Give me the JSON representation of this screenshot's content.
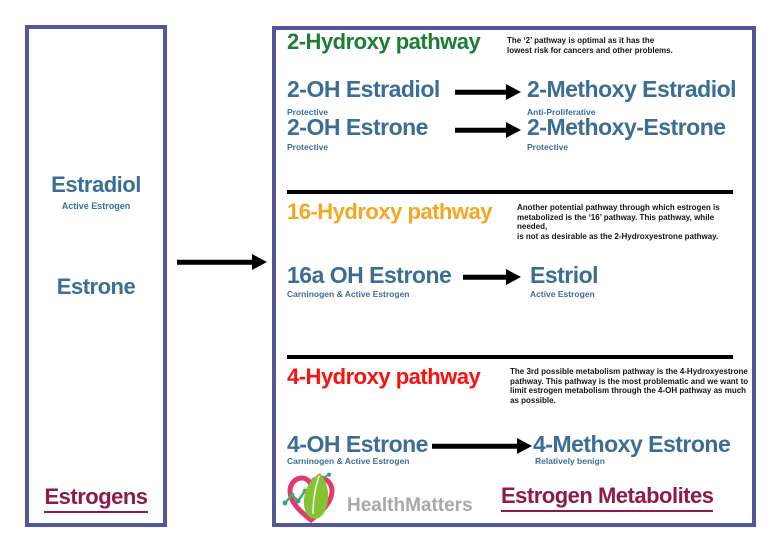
{
  "colors": {
    "panel_border": "#54569a",
    "compound_blue": "#3c6d96",
    "pathway_green": "#1e7d33",
    "pathway_orange": "#f5a623",
    "pathway_red": "#fb100e",
    "maroon": "#8e1a4b",
    "brand_gray": "#a6a8ab",
    "arrow_black": "#000000"
  },
  "left": {
    "items": [
      {
        "name": "Estradiol",
        "sub": "Active Estrogen"
      },
      {
        "name": "Estrone"
      }
    ],
    "footer": "Estrogens"
  },
  "right": {
    "sections": [
      {
        "title": "2-Hydroxy pathway",
        "description": "The ‘2’ pathway is optimal as it has the\nlowest risk for cancers and other problems.",
        "rows": [
          {
            "from": "2-OH Estradiol",
            "from_sub": "Protective",
            "to": "2-Methoxy Estradiol",
            "to_sub": "Anti-Proliferative"
          },
          {
            "from": "2-OH Estrone",
            "from_sub": "Protective",
            "to": "2-Methoxy-Estrone",
            "to_sub": "Protective"
          }
        ]
      },
      {
        "title": "16-Hydroxy pathway",
        "description": "Another potential pathway through which estrogen is\nmetabolized is the ‘16’ pathway. This pathway, while needed,\nis not as desirable as the 2-Hydroxyestrone pathway.",
        "rows": [
          {
            "from": "16a OH Estrone",
            "from_sub": "Carninogen & Active Estrogen",
            "to": "Estriol",
            "to_sub": "Active Estrogen"
          }
        ]
      },
      {
        "title": "4-Hydroxy pathway",
        "description": "The 3rd possible metabolism pathway is the 4-Hydroxyestrone\npathway. This pathway is the most problematic and we want to\nlimit estrogen metabolism through the 4-OH pathway as much\nas possible.",
        "rows": [
          {
            "from": "4-OH Estrone",
            "from_sub": "Carninogen & Active Estrogen",
            "to": "4-Methoxy Estrone",
            "to_sub": "Relatively benign"
          }
        ]
      }
    ],
    "brand": "HealthMatters",
    "footer": "Estrogen Metabolites"
  }
}
